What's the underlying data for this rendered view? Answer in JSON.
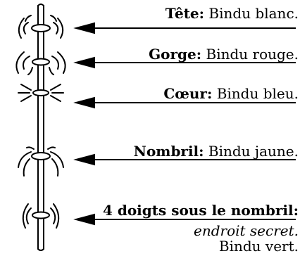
{
  "chakras": [
    {
      "id": "tete",
      "name": "Tête",
      "separator": ":",
      "description": " Bindu blanc."
    },
    {
      "id": "gorge",
      "name": "Gorge",
      "separator": ":",
      "description": " Bindu rouge."
    },
    {
      "id": "coeur",
      "name": "Cœur",
      "separator": ":",
      "description": " Bindu bleu."
    },
    {
      "id": "nombril",
      "name": "Nombril",
      "separator": ":",
      "description": " Bindu jaune."
    },
    {
      "id": "quatre-doigts",
      "name": "4 doigts sous le nombril",
      "separator": ":",
      "description": "",
      "extra_lines": [
        "endroit secret.",
        "Bindu vert."
      ]
    }
  ]
}
